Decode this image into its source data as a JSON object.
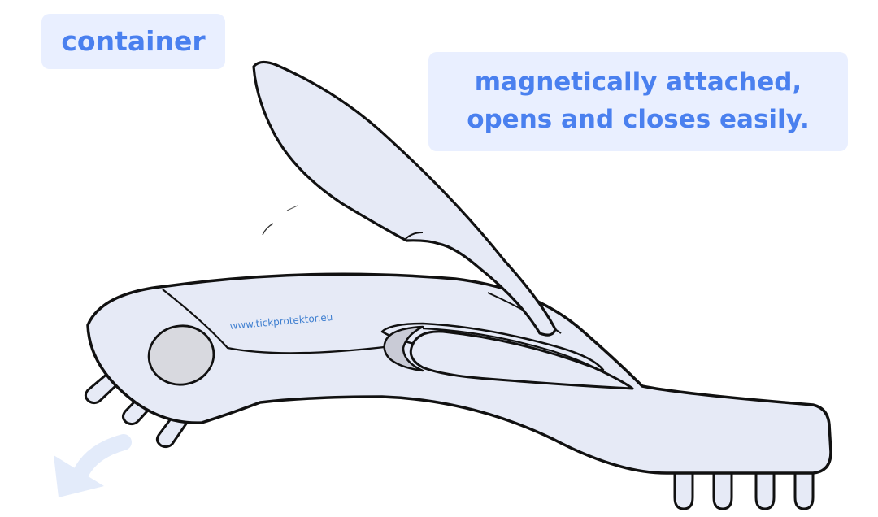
{
  "labels": {
    "container": "container",
    "magnet_line1": "magnetically attached,",
    "magnet_line2": "opens and closes easily."
  },
  "device": {
    "imprint": "www.tickprotektor.eu"
  },
  "colors": {
    "label_text": "#4a80ef",
    "label_background": "#e9efff",
    "device_fill": "#e6eaf6",
    "device_outline": "#111111",
    "capsule_fill": "#d8d9df",
    "imprint_text": "#3f7fd0",
    "arrow_fill": "#e3ebfa"
  },
  "icons": {
    "direction_arrow": "curved-arrow-down-left-icon"
  }
}
